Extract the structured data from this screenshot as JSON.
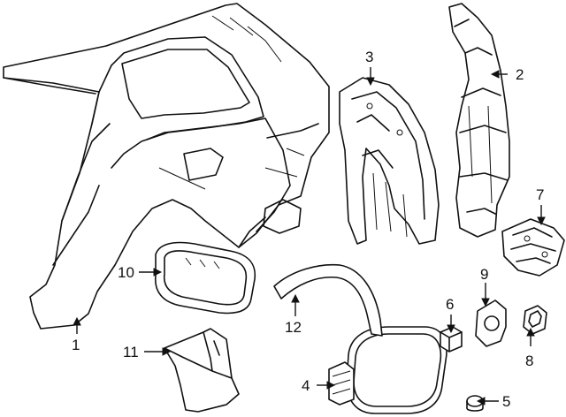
{
  "callouts": [
    {
      "key": "c1",
      "number": "1"
    },
    {
      "key": "c2",
      "number": "2"
    },
    {
      "key": "c3",
      "number": "3"
    },
    {
      "key": "c4",
      "number": "4"
    },
    {
      "key": "c5",
      "number": "5"
    },
    {
      "key": "c6",
      "number": "6"
    },
    {
      "key": "c7",
      "number": "7"
    },
    {
      "key": "c8",
      "number": "8"
    },
    {
      "key": "c9",
      "number": "9"
    },
    {
      "key": "c10",
      "number": "10"
    },
    {
      "key": "c11",
      "number": "11"
    },
    {
      "key": "c12",
      "number": "12"
    }
  ]
}
